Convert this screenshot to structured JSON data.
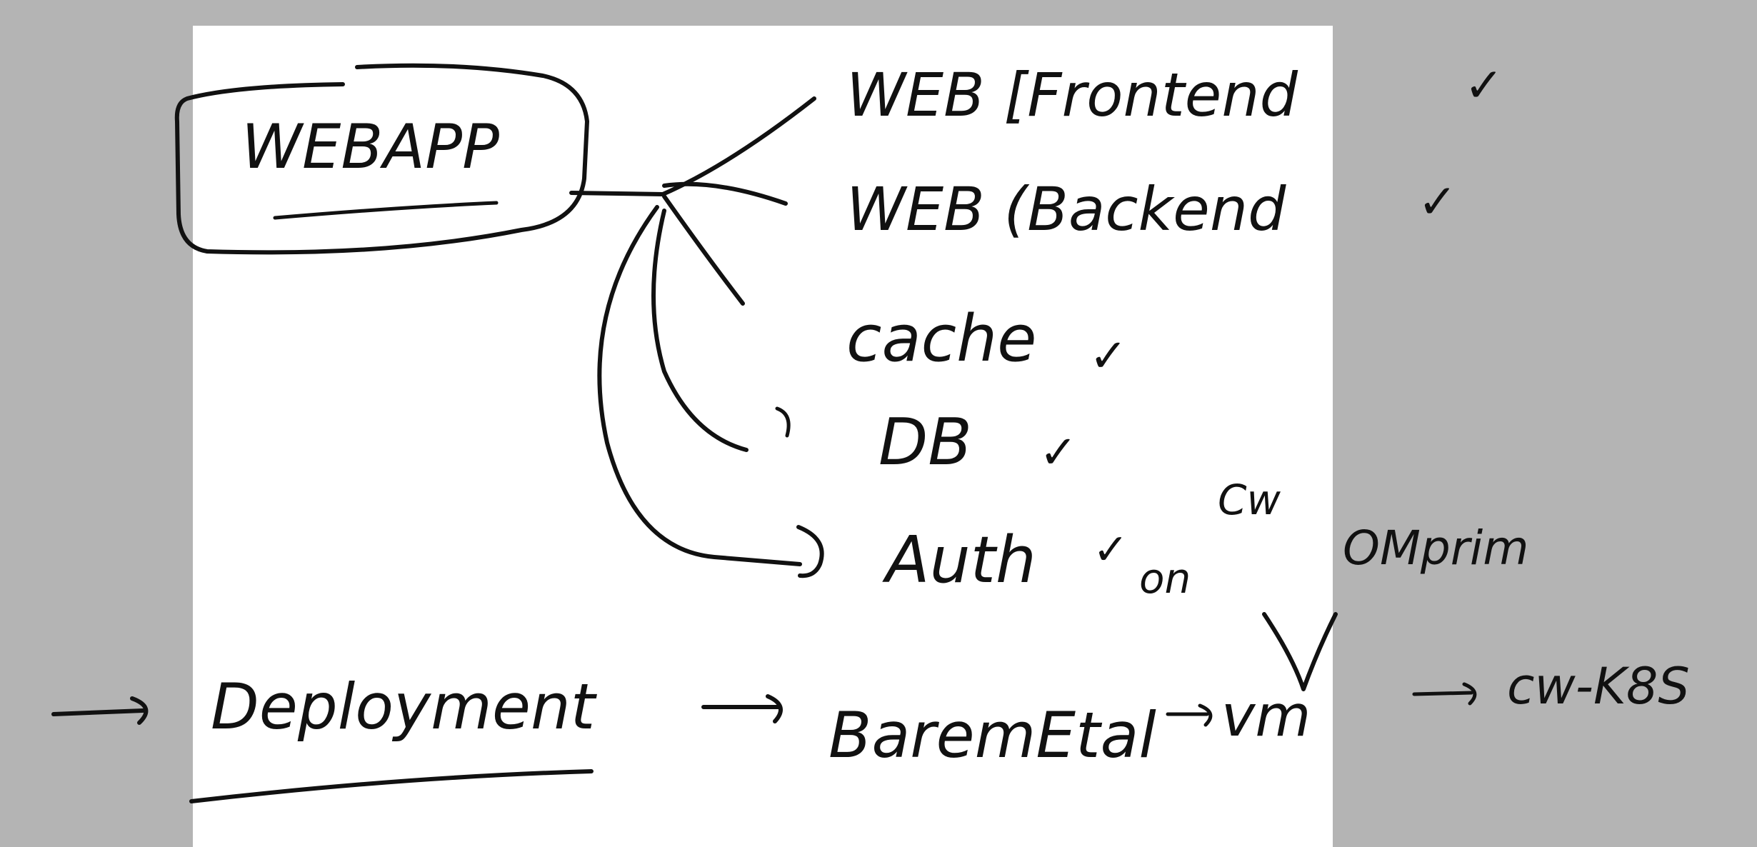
{
  "colors": {
    "canvas": "#ffffff",
    "background": "#b4b4b4",
    "ink": "#111111"
  },
  "root": {
    "label": "WEBAPP"
  },
  "components": [
    {
      "label": "WEB [Frontend",
      "check": "✓"
    },
    {
      "label": "WEB (Backend",
      "check": "✓"
    },
    {
      "label": "cache",
      "check": "✓"
    },
    {
      "label": "DB",
      "check": "✓"
    },
    {
      "label": "Auth",
      "check": "✓"
    }
  ],
  "auth_options": {
    "on": "on",
    "cloud": "Cw",
    "onprem": "OMprim"
  },
  "deployment": {
    "label": "Deployment",
    "flow": [
      "BaremEtal",
      "vm",
      "cw-K8S"
    ],
    "arrow": "→"
  }
}
